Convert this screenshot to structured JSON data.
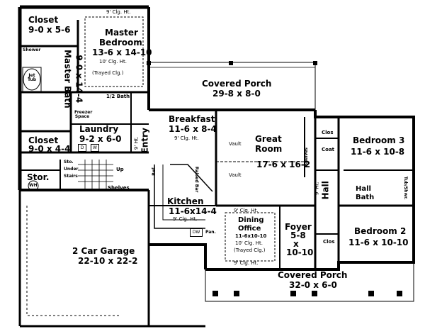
{
  "rooms": {
    "closet_top": {
      "name": "Closet",
      "dims": "9-0 x 5-6"
    },
    "master_bedroom": {
      "clg": "9' Clg. Ht.",
      "name_line1": "Master",
      "name_line2": "Bedroom",
      "dims": "13-6 x 14-10",
      "clg2": "10' Clg. Ht.",
      "trayed": "(Trayed Clg.)"
    },
    "master_bath": {
      "name": "Master Bath",
      "dims": "9-0 x 14-4"
    },
    "shower": "Shower",
    "jet_tub": "Jet Tub",
    "half_bath": "1/2 Bath",
    "freezer": "Freezer Space",
    "laundry": {
      "name": "Laundry",
      "dims": "9-2 x 6-0"
    },
    "closet_bottom": {
      "name": "Closet",
      "dims": "9-0 x 4-4"
    },
    "entry": {
      "name": "Entry",
      "clg": "9' Ht."
    },
    "covered_porch_top": {
      "name": "Covered Porch",
      "dims": "29-8 x 8-0"
    },
    "breakfast": {
      "name": "Breakfast",
      "dims": "11-6 x 8-4",
      "clg": "9' Clg. Ht."
    },
    "great_room": {
      "name_line1": "Great",
      "name_line2": "Room",
      "dims": "17-6 x 16-2",
      "vault1": "Vault",
      "vault2": "Vault"
    },
    "shelves_right": "Shelves",
    "bedroom3": {
      "name": "Bedroom 3",
      "dims": "11-6 x 10-8",
      "clos": "Clos",
      "coat": "Coat"
    },
    "hall": {
      "name": "Hall",
      "clg": "9' Ht."
    },
    "hall_bath": {
      "name_line1": "Hall",
      "name_line2": "Bath",
      "tub": "Tub/Shwr."
    },
    "bedroom2": {
      "name": "Bedroom 2",
      "dims": "11-6 x 10-10",
      "clos": "Clos"
    },
    "stor": "Stor.",
    "sto_under_stairs": {
      "line1": "Sto.",
      "line2": "Under",
      "line3": "Stairs"
    },
    "up": "Up",
    "wh": "WH",
    "shelves_left": "Shelves",
    "ref": "Ref.",
    "raised_bar": "Raised Bar",
    "kitchen": {
      "name": "Kitchen",
      "dims": "11-6x14-4",
      "clg": "9' Clg. Ht."
    },
    "pan": "Pan.",
    "dw": "DW",
    "dining": {
      "clg_top": "9' Clg. Ht.",
      "line1": "Dining",
      "line2": "Office",
      "dims": "11-6x10-10",
      "clg": "10' Clg. Ht.",
      "trayed": "(Trayed Clg.)",
      "clg_bottom": "9' Clg. Ht."
    },
    "foyer": {
      "name": "Foyer",
      "dims_line1": "5-8",
      "dims_line2": "x",
      "dims_line3": "10-10"
    },
    "garage": {
      "name": "2 Car Garage",
      "dims": "22-10 x 22-2"
    },
    "covered_porch_bottom": {
      "name": "Covered Porch",
      "dims": "32-0 x 6-0"
    }
  },
  "appliances": {
    "washer": "W",
    "dryer": "D"
  }
}
